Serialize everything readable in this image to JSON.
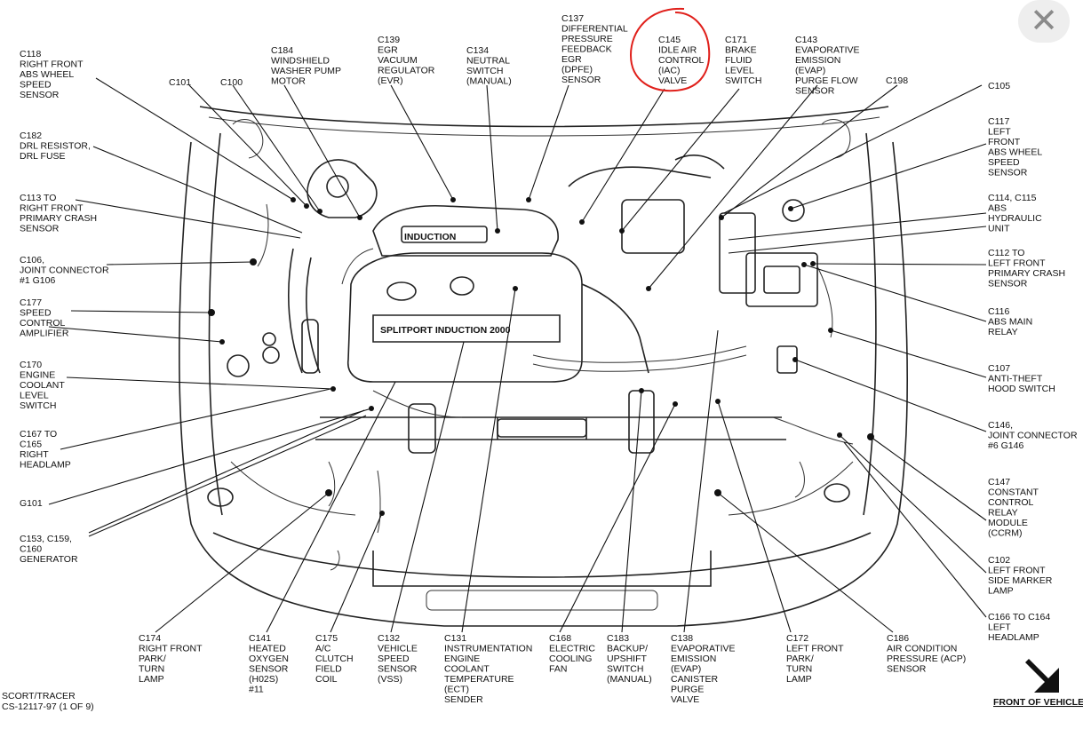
{
  "close_button": {
    "glyph": "✕",
    "icon": "close-icon"
  },
  "annotation": {
    "shape": "hand-drawn-circle",
    "color": "#e0201b",
    "target": "c145"
  },
  "footer": {
    "left_line1": "SCORT/TRACER",
    "left_line2": "CS-12117-97 (1 OF 9)",
    "front_label": "FRONT OF VEHICLE"
  },
  "engine_text": {
    "top_badge": "INDUCTION",
    "cover_text": "SPLITPORT INDUCTION 2000"
  },
  "labels": {
    "c118": [
      "C118",
      "RIGHT FRONT",
      "ABS WHEEL",
      "SPEED",
      "SENSOR"
    ],
    "c101": [
      "C101"
    ],
    "c100": [
      "C100"
    ],
    "c184": [
      "C184",
      "WINDSHIELD",
      "WASHER PUMP",
      "MOTOR"
    ],
    "c139": [
      "C139",
      "EGR",
      "VACUUM",
      "REGULATOR",
      "(EVR)"
    ],
    "c134": [
      "C134",
      "NEUTRAL",
      "SWITCH",
      "(MANUAL)"
    ],
    "c137": [
      "C137",
      "DIFFERENTIAL",
      "PRESSURE",
      "FEEDBACK",
      "EGR",
      "(DPFE)",
      "SENSOR"
    ],
    "c145": [
      "C145",
      "IDLE AIR",
      "CONTROL",
      "(IAC)",
      "VALVE"
    ],
    "c171": [
      "C171",
      "BRAKE",
      "FLUID",
      "LEVEL",
      "SWITCH"
    ],
    "c143": [
      "C143",
      "EVAPORATIVE",
      "EMISSION",
      "(EVAP)",
      "PURGE FLOW",
      "SENSOR"
    ],
    "c198": [
      "C198"
    ],
    "c105": [
      "C105"
    ],
    "c182": [
      "C182",
      "DRL RESISTOR,",
      "DRL FUSE"
    ],
    "c117": [
      "C117",
      "LEFT",
      "FRONT",
      "ABS WHEEL",
      "SPEED",
      "SENSOR"
    ],
    "c113": [
      "C113 TO",
      "RIGHT FRONT",
      "PRIMARY CRASH",
      "SENSOR"
    ],
    "c114": [
      "C114, C115",
      "ABS",
      "HYDRAULIC",
      "UNIT"
    ],
    "c106": [
      "C106,",
      "JOINT CONNECTOR",
      "#1 G106"
    ],
    "c112": [
      "C112 TO",
      "LEFT FRONT",
      "PRIMARY CRASH",
      "SENSOR"
    ],
    "c177": [
      "C177",
      "SPEED",
      "CONTROL",
      "AMPLIFIER"
    ],
    "c116": [
      "C116",
      "ABS MAIN",
      "RELAY"
    ],
    "c170": [
      "C170",
      "ENGINE",
      "COOLANT",
      "LEVEL",
      "SWITCH"
    ],
    "c107": [
      "C107",
      "ANTI-THEFT",
      "HOOD SWITCH"
    ],
    "c167": [
      "C167 TO",
      "C165",
      "RIGHT",
      "HEADLAMP"
    ],
    "c146": [
      "C146,",
      "JOINT CONNECTOR",
      "#6 G146"
    ],
    "g101": [
      "G101"
    ],
    "c147": [
      "C147",
      "CONSTANT",
      "CONTROL",
      "RELAY",
      "MODULE",
      "(CCRM)"
    ],
    "c153": [
      "C153, C159,",
      "C160",
      "GENERATOR"
    ],
    "c102": [
      "C102",
      "LEFT FRONT",
      "SIDE MARKER",
      "LAMP"
    ],
    "c166": [
      "C166 TO C164",
      "LEFT",
      "HEADLAMP"
    ],
    "c174": [
      "C174",
      "RIGHT FRONT",
      "PARK/",
      "TURN",
      "LAMP"
    ],
    "c141": [
      "C141",
      "HEATED",
      "OXYGEN",
      "SENSOR",
      "(H02S)",
      "#11"
    ],
    "c175": [
      "C175",
      "A/C",
      "CLUTCH",
      "FIELD",
      "COIL"
    ],
    "c132": [
      "C132",
      "VEHICLE",
      "SPEED",
      "SENSOR",
      "(VSS)"
    ],
    "c131": [
      "C131",
      "INSTRUMENTATION",
      "ENGINE",
      "COOLANT",
      "TEMPERATURE",
      "(ECT)",
      "SENDER"
    ],
    "c168": [
      "C168",
      "ELECTRIC",
      "COOLING",
      "FAN"
    ],
    "c183": [
      "C183",
      "BACKUP/",
      "UPSHIFT",
      "SWITCH",
      "(MANUAL)"
    ],
    "c138": [
      "C138",
      "EVAPORATIVE",
      "EMISSION",
      "(EVAP)",
      "CANISTER",
      "PURGE",
      "VALVE"
    ],
    "c172": [
      "C172",
      "LEFT FRONT",
      "PARK/",
      "TURN",
      "LAMP"
    ],
    "c186": [
      "C186",
      "AIR CONDITION",
      "PRESSURE (ACP)",
      "SENSOR"
    ]
  }
}
